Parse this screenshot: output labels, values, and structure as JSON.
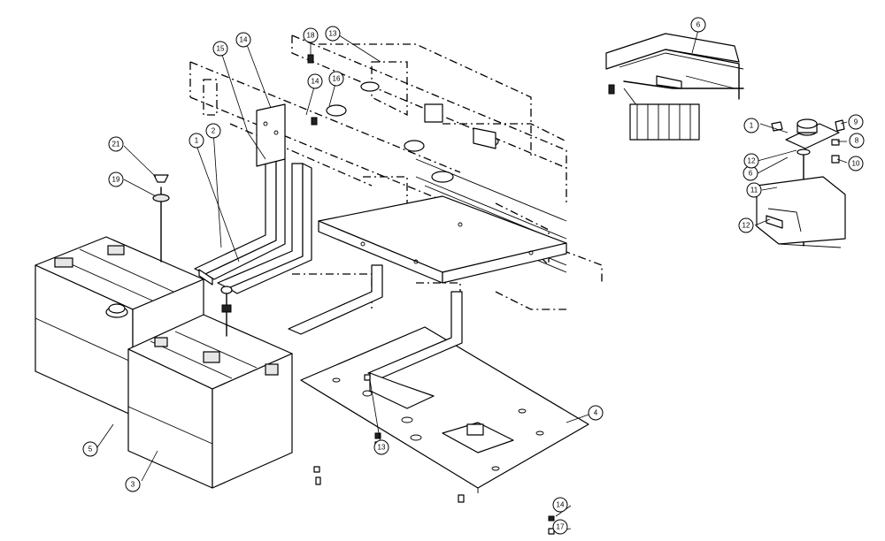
{
  "callouts": [
    {
      "id": "c1",
      "label": "1"
    },
    {
      "id": "c2",
      "label": "2"
    },
    {
      "id": "c3",
      "label": "3"
    },
    {
      "id": "c4",
      "label": "4"
    },
    {
      "id": "c5",
      "label": "5"
    },
    {
      "id": "c13a",
      "label": "13"
    },
    {
      "id": "c13b",
      "label": "13"
    },
    {
      "id": "c14a",
      "label": "14"
    },
    {
      "id": "c14b",
      "label": "14"
    },
    {
      "id": "c14c",
      "label": "14"
    },
    {
      "id": "c15",
      "label": "15"
    },
    {
      "id": "c16",
      "label": "16"
    },
    {
      "id": "c17",
      "label": "17"
    },
    {
      "id": "c18",
      "label": "18"
    },
    {
      "id": "c19",
      "label": "19"
    },
    {
      "id": "c21",
      "label": "21"
    },
    {
      "id": "d1",
      "label": "1"
    },
    {
      "id": "d6a",
      "label": "6"
    },
    {
      "id": "d6b",
      "label": "6"
    },
    {
      "id": "d8",
      "label": "8"
    },
    {
      "id": "d9",
      "label": "9"
    },
    {
      "id": "d10",
      "label": "10"
    },
    {
      "id": "d11",
      "label": "11"
    },
    {
      "id": "d12a",
      "label": "12"
    },
    {
      "id": "d12b",
      "label": "12"
    }
  ]
}
